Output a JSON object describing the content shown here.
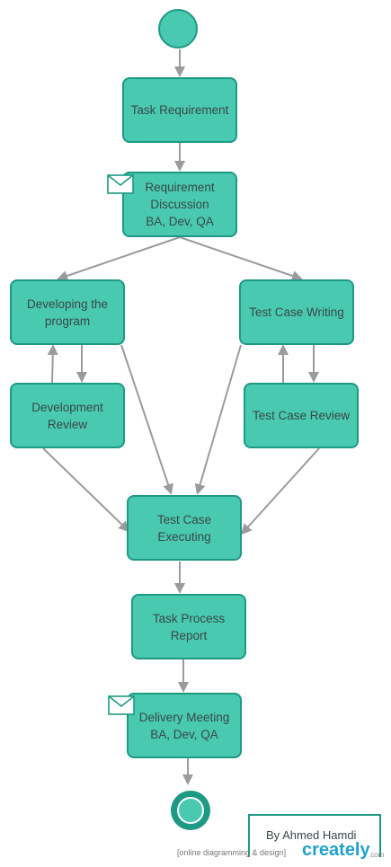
{
  "colors": {
    "node_fill": "#48c9b0",
    "node_border": "#1e9984",
    "arrow": "#9b9b9b",
    "text": "#3a4848",
    "brand": "#1fa3c8"
  },
  "nodes": {
    "task_requirement": "Task Requirement",
    "requirement_discussion": "Requirement\nDiscussion\nBA, Dev, QA",
    "developing_program": "Developing the\nprogram",
    "test_case_writing": "Test Case Writing",
    "development_review": "Development\nReview",
    "test_case_review": "Test Case Review",
    "test_case_executing": "Test Case\nExecuting",
    "task_process_report": "Task Process\nReport",
    "delivery_meeting": "Delivery Meeting\nBA, Dev, QA"
  },
  "icons": {
    "start": "start-node",
    "end": "end-node",
    "message": "envelope-icon"
  },
  "credit": {
    "author": "By Ahmed Hamdi",
    "tagline": "[online diagramming & design]",
    "brand": "creately",
    "domain": ".com"
  }
}
